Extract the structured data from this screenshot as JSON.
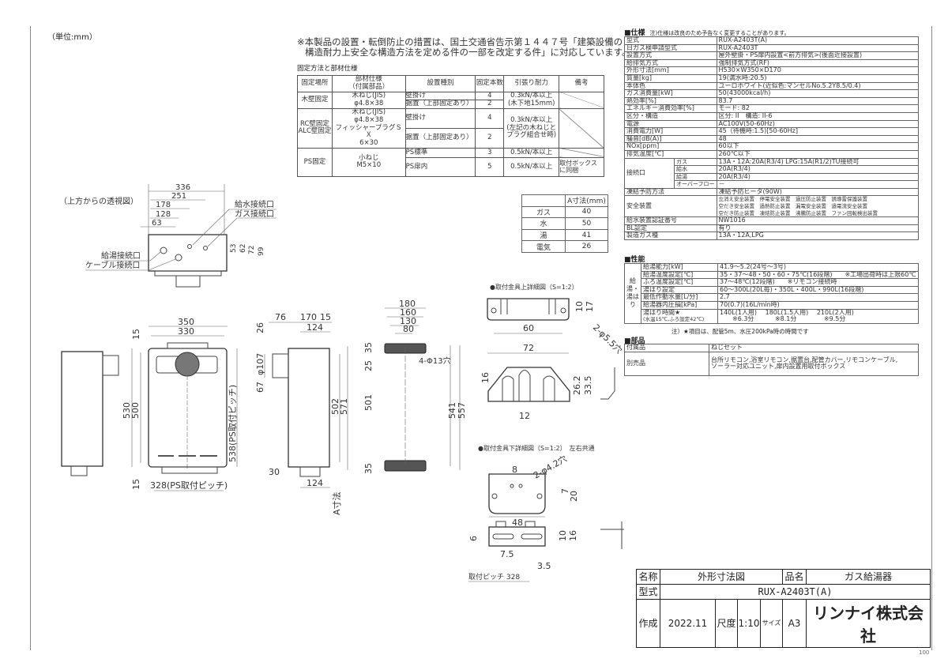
{
  "unit_label": "（単位:mm）",
  "notice": {
    "line1": "※本製品の設置・転倒防止の措置は、国土交通省告示第１４４７号「建築設備の",
    "line2": "構造耐力上安全な構造方法を定める件の一部を改定する件」に対応しています。"
  },
  "fixing": {
    "caption": "固定方法と部材仕様",
    "headers": [
      "固定場所",
      "部材仕様\n（付属部品）",
      "設置種別",
      "固定本数",
      "引張り耐力",
      "備考"
    ],
    "wood": {
      "place": "木壁固定",
      "part": "木ねじ(JIS)\nφ4.8×38",
      "types": [
        "壁掛け",
        "据置（上部固定あり）"
      ],
      "counts": [
        "4",
        "2"
      ],
      "strength": "0.3kN/本以上\n(木下地15mm)"
    },
    "rc": {
      "place": "RC壁固定\nALC壁固定",
      "part": "木ねじ(JIS)\nφ4.8×38\nフィッシャープラグＳＸ\n6×30",
      "types": [
        "壁掛け",
        "据置（上部固定あり）"
      ],
      "counts": [
        "4",
        "2"
      ],
      "strength": "0.3kN/本以上\n(左記の木ねじと\nプラグ組合せ時)"
    },
    "ps": {
      "place": "PS固定",
      "part": "小ねじ\nM5×10",
      "types": [
        "PS標準",
        "PS扉内"
      ],
      "counts": [
        "3",
        "5"
      ],
      "strengths": [
        "0.5kN/本以上",
        "0.5kN/本以上"
      ],
      "note": "取付ボックス\nに同梱"
    }
  },
  "spec": {
    "title": "■仕様",
    "note": "注)仕様は改良のため予告なく変更することがあります。",
    "rows": [
      [
        "型式",
        "RUX-A2403T(A)"
      ],
      [
        "日ガス検申請型式",
        "RUX-A2403T"
      ],
      [
        "設置方式",
        "屋外壁掛・PS扉内設置<前方排気>(後面近接設置)"
      ],
      [
        "給排気方式",
        "強制排気方式(RF)"
      ],
      [
        "外形寸法[mm]",
        "H530×W350×D170"
      ],
      [
        "質量[kg]",
        "19(満水時:20.5)"
      ],
      [
        "本体色",
        "ユーロホワイト(近似色:マンセルNo.5.2Y8.5/0.4)"
      ],
      [
        "ガス消費量[kW]",
        "50(43000kcal/h)"
      ],
      [
        "熱効率[%]",
        "83.7"
      ],
      [
        "エネルギー消費効率[%]",
        "モード: 82"
      ],
      [
        "区分・構造",
        "区分: II　構造: II-6"
      ],
      [
        "電源",
        "AC100V(50-60Hz)"
      ],
      [
        "消費電力[W]",
        "45（待機時:1.5)[50-60Hz]"
      ],
      [
        "騒音[dB(A)]",
        "48"
      ],
      [
        "NOx[ppm]",
        "60以下"
      ],
      [
        "排気温度[℃]",
        "260℃以下"
      ]
    ],
    "connection": {
      "label": "接続口",
      "rows": [
        [
          "ガス",
          "13A・12A:20A(R3/4) LPG:15A(R1/2)TU接続可"
        ],
        [
          "給水",
          "20A(R3/4)"
        ],
        [
          "給湯",
          "20A(R3/4)"
        ],
        [
          "オーバーフロー",
          "－"
        ]
      ]
    },
    "rows2": [
      [
        "凍結予防方法",
        "凍結予防ヒータ(90W)"
      ]
    ],
    "safety": {
      "label": "安全装置",
      "lines": [
        "立消え安全装置　停電安全装置　過圧防止装置　誘導雷保護装置",
        "空だき安全装置　過熱防止装置　漏電安全装置　過電流安全装置",
        "空だき防止装置　凍結防止装置　沸騰防止装置　ファン回転検出装置"
      ]
    },
    "rows3": [
      [
        "給水装置認証番号",
        "NW1016"
      ],
      [
        "BL認定",
        "有り"
      ],
      [
        "製造ガス種",
        "13A・12A,LPG"
      ]
    ]
  },
  "performance": {
    "title": "■性能",
    "group_label": "給湯・湯はり",
    "rows": [
      [
        "給湯能力[kW]",
        "41.9～5.2(24号～3号)"
      ],
      [
        "給湯温度設定[℃]",
        "35・37～48・50・60・75℃(16段階)　　※工場出荷時は上限60℃"
      ],
      [
        "ふろ温度設定[℃]",
        "37～48℃(12段階)　　※リモコン接続時"
      ],
      [
        "湯はり設定",
        "60～300L(20L毎)・350L・400L・990L(16段階)"
      ],
      [
        "最低作動水量[L/分]",
        "2.7"
      ],
      [
        "給湯器内圧損[kPa]",
        "70(0.7)(16L/min時)"
      ]
    ],
    "fill_time": {
      "label1": "湯はり時間★",
      "label2": "(水温15℃,ふろ設定42℃)",
      "line1": "140L(1人用)　 180L(1.5人用)　 210L(2人用)",
      "line2": "　　※6.3分　　　 ※8.1分　　　　 ※9.5分"
    },
    "footnote": "注）★項目は、配管5m、水圧200kPa時の時間です"
  },
  "parts": {
    "title": "■部品",
    "rows": [
      [
        "付属品",
        "ねじセット"
      ],
      [
        "別売品",
        "台所リモコン,浴室リモコン,据置台,配管カバー,リモコンケーブル,\nソーラー対応ユニット,扉内設置用取付ボックス"
      ]
    ]
  },
  "a_dim": {
    "header": "A寸法(mm)",
    "rows": [
      [
        "ガス",
        "40"
      ],
      [
        "水",
        "50"
      ],
      [
        "湯",
        "41"
      ],
      [
        "電気",
        "26"
      ]
    ]
  },
  "drawings": {
    "top_view": {
      "title": "（上方からの透視図）",
      "dims": [
        "336",
        "251",
        "178",
        "128",
        "63",
        "53",
        "62",
        "72",
        "99"
      ],
      "labels": [
        "給水接続口",
        "ガス接続口",
        "給湯接続口",
        "ケーブル接続口"
      ]
    },
    "front": {
      "dims": [
        "350",
        "330",
        "15",
        "530",
        "500",
        "538(PS取付ピッチ)",
        "15",
        "328(PS取付ピッチ)"
      ]
    },
    "side": {
      "dims": [
        "76",
        "170",
        "15",
        "124",
        "26",
        "φ107",
        "67",
        "502",
        "571",
        "30",
        "124",
        "A寸法"
      ]
    },
    "bracket": {
      "dims": [
        "180",
        "160",
        "130",
        "80",
        "4-Φ13穴",
        "541",
        "557",
        "35",
        "25",
        "501",
        "35"
      ]
    },
    "upper_detail": {
      "title": "●取付金具上詳細図（S=1:2）",
      "dims": [
        "60",
        "10",
        "17",
        "2-φ5.5穴",
        "72",
        "16",
        "26.2",
        "33.5",
        "12"
      ]
    },
    "lower_detail": {
      "title": "●取付金具下詳細図（S=1:2）　左右共通",
      "dims": [
        "8",
        "2-φ4.2穴",
        "7",
        "20",
        "48",
        "6",
        "10",
        "16",
        "7.5",
        "3.5",
        "取付ピッチ 328"
      ]
    }
  },
  "title_block": {
    "name_label": "名称",
    "name": "外形寸法図",
    "product_label": "品名",
    "product": "ガス給湯器",
    "model_label": "型式",
    "model": "RUX-A2403T(A)",
    "created_label": "作成",
    "created": "2022.11",
    "scale_label": "尺度",
    "scale": "1:10",
    "size_label": "サイズ",
    "size": "A3",
    "company": "リンナイ株式会社",
    "page_code": "100"
  }
}
